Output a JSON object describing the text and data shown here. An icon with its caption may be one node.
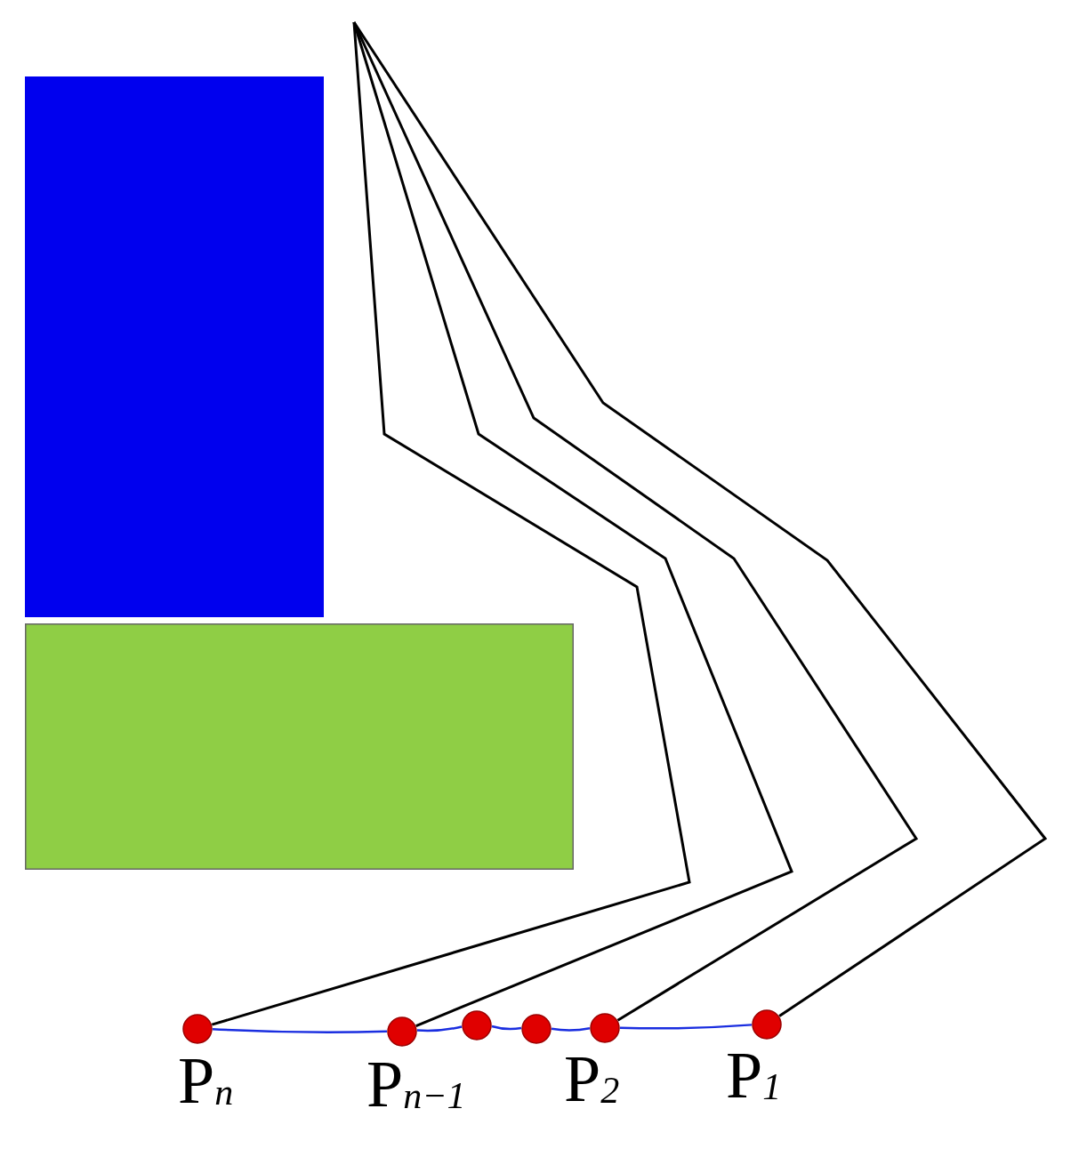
{
  "diagram": {
    "nodes": [
      {
        "text": [],
        "shape": "box"
      },
      {
        "text": [],
        "shape": "box"
      },
      {
        "text": [],
        "shape": "circle",
        "beside": [
          "P$_{n}$"
        ]
      },
      {
        "text": [],
        "shape": "circle",
        "beside": [
          "P$_{n−1}$"
        ]
      },
      {
        "text": [],
        "shape": "circle"
      },
      {
        "text": [],
        "shape": "circle"
      },
      {
        "text": [],
        "shape": "circle",
        "beside": [
          "P$_{2}$"
        ]
      },
      {
        "text": [],
        "shape": "circle",
        "beside": [
          "P$_{1}$"
        ]
      }
    ],
    "edges": [
      {
        "from": null,
        "to": 2,
        "arrow": "none",
        "color": "#000000"
      },
      {
        "from": null,
        "to": 3,
        "arrow": "none",
        "color": "#000000"
      },
      {
        "from": null,
        "to": 6,
        "arrow": "none",
        "color": "#000000"
      },
      {
        "from": null,
        "to": 7,
        "arrow": "none",
        "color": "#000000"
      },
      {
        "from": 2,
        "to": 3,
        "arrow": "none"
      },
      {
        "from": 3,
        "to": 4,
        "arrow": "none"
      },
      {
        "from": 4,
        "to": 5,
        "arrow": "none"
      },
      {
        "from": 5,
        "to": 6,
        "arrow": "none"
      },
      {
        "from": 6,
        "to": 7,
        "arrow": "none"
      }
    ]
  }
}
